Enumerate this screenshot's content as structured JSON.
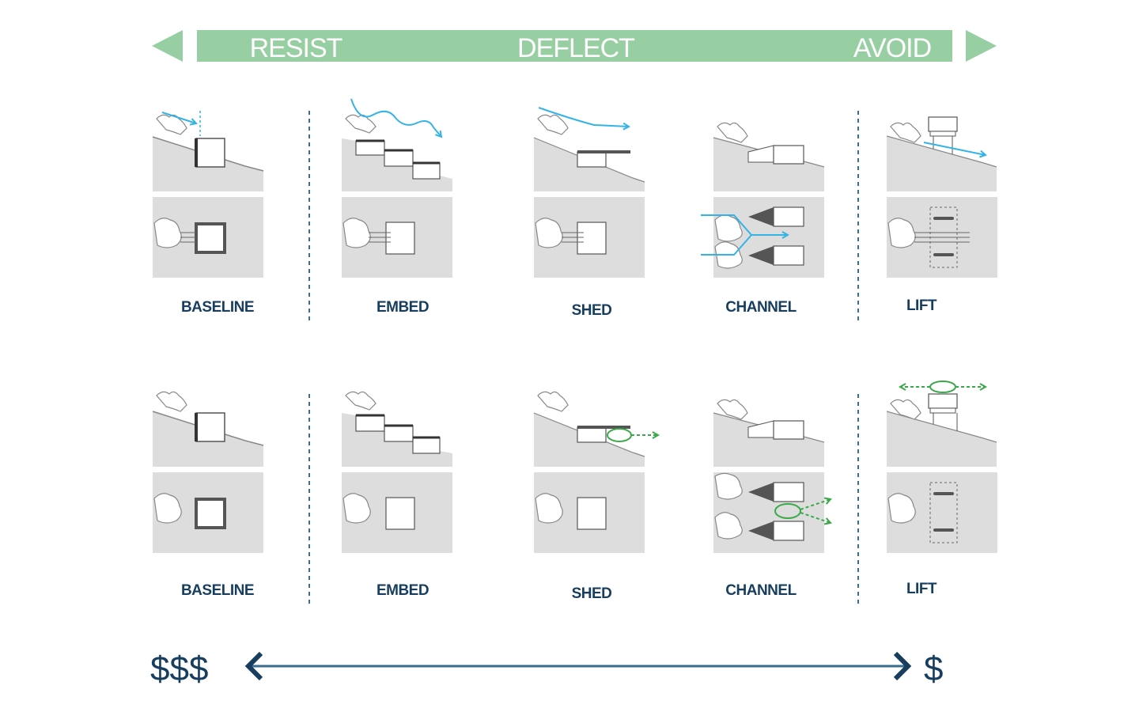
{
  "banner": {
    "color": "#97cfa3",
    "labels": {
      "resist": "RESIST",
      "deflect": "DEFLECT",
      "avoid": "AVOID"
    }
  },
  "rows": [
    {
      "name": "top",
      "labels": [
        "BASELINE",
        "EMBED",
        "SHED",
        "CHANNEL",
        "LIFT"
      ],
      "flow_indicator": "blue-arrows"
    },
    {
      "name": "bottom",
      "labels": [
        "BASELINE",
        "EMBED",
        "SHED",
        "CHANNEL",
        "LIFT"
      ],
      "flow_indicator": "green-ellipses"
    }
  ],
  "cost": {
    "high": "$$$",
    "low": "$"
  },
  "colors": {
    "terrain": "#dddddd",
    "building_line": "#555555",
    "label": "#173e5f",
    "water_arrow": "#34b3e6",
    "green_indicator": "#3aaa48",
    "divider": "#3b6d8f"
  }
}
